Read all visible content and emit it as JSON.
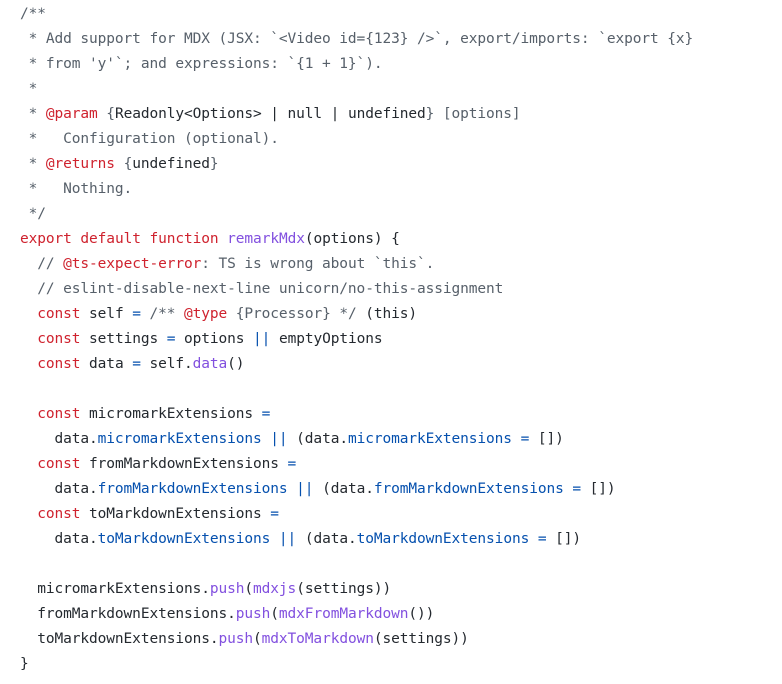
{
  "code": {
    "language": "javascript",
    "lines": [
      [
        {
          "t": "/**",
          "k": "comment"
        }
      ],
      [
        {
          "t": " * Add support for MDX (JSX: `<Video id={123} />`, export/imports: `export {x}",
          "k": "comment"
        }
      ],
      [
        {
          "t": " * from 'y'`; and expressions: `{1 + 1}`).",
          "k": "comment"
        }
      ],
      [
        {
          "t": " *",
          "k": "comment"
        }
      ],
      [
        {
          "t": " * ",
          "k": "comment"
        },
        {
          "t": "@param",
          "k": "tag"
        },
        {
          "t": " {",
          "k": "comment"
        },
        {
          "t": "Readonly<Options> | null | undefined",
          "k": "plain"
        },
        {
          "t": "} [options]",
          "k": "comment"
        }
      ],
      [
        {
          "t": " *   Configuration (optional).",
          "k": "comment"
        }
      ],
      [
        {
          "t": " * ",
          "k": "comment"
        },
        {
          "t": "@returns",
          "k": "tag"
        },
        {
          "t": " {",
          "k": "comment"
        },
        {
          "t": "undefined",
          "k": "plain"
        },
        {
          "t": "}",
          "k": "comment"
        }
      ],
      [
        {
          "t": " *   Nothing.",
          "k": "comment"
        }
      ],
      [
        {
          "t": " */",
          "k": "comment"
        }
      ],
      [
        {
          "t": "export",
          "k": "keyword"
        },
        {
          "t": " ",
          "k": "plain"
        },
        {
          "t": "default",
          "k": "keyword"
        },
        {
          "t": " ",
          "k": "plain"
        },
        {
          "t": "function",
          "k": "keyword"
        },
        {
          "t": " ",
          "k": "plain"
        },
        {
          "t": "remarkMdx",
          "k": "func"
        },
        {
          "t": "(options) {",
          "k": "plain"
        }
      ],
      [
        {
          "t": "  // ",
          "k": "comment"
        },
        {
          "t": "@ts-expect-error",
          "k": "tag"
        },
        {
          "t": ": TS is wrong about `this`.",
          "k": "comment"
        }
      ],
      [
        {
          "t": "  // eslint-disable-next-line unicorn/no-this-assignment",
          "k": "comment"
        }
      ],
      [
        {
          "t": "  ",
          "k": "plain"
        },
        {
          "t": "const",
          "k": "keyword"
        },
        {
          "t": " self ",
          "k": "plain"
        },
        {
          "t": "=",
          "k": "op"
        },
        {
          "t": " /** ",
          "k": "comment"
        },
        {
          "t": "@type",
          "k": "tag"
        },
        {
          "t": " {Processor} */",
          "k": "comment"
        },
        {
          "t": " (this)",
          "k": "plain"
        }
      ],
      [
        {
          "t": "  ",
          "k": "plain"
        },
        {
          "t": "const",
          "k": "keyword"
        },
        {
          "t": " settings ",
          "k": "plain"
        },
        {
          "t": "=",
          "k": "op"
        },
        {
          "t": " options ",
          "k": "plain"
        },
        {
          "t": "||",
          "k": "op"
        },
        {
          "t": " emptyOptions",
          "k": "plain"
        }
      ],
      [
        {
          "t": "  ",
          "k": "plain"
        },
        {
          "t": "const",
          "k": "keyword"
        },
        {
          "t": " data ",
          "k": "plain"
        },
        {
          "t": "=",
          "k": "op"
        },
        {
          "t": " self.",
          "k": "plain"
        },
        {
          "t": "data",
          "k": "func"
        },
        {
          "t": "()",
          "k": "plain"
        }
      ],
      [],
      [
        {
          "t": "  ",
          "k": "plain"
        },
        {
          "t": "const",
          "k": "keyword"
        },
        {
          "t": " micromarkExtensions ",
          "k": "plain"
        },
        {
          "t": "=",
          "k": "op"
        }
      ],
      [
        {
          "t": "    data.",
          "k": "plain"
        },
        {
          "t": "micromarkExtensions",
          "k": "prop"
        },
        {
          "t": " ",
          "k": "plain"
        },
        {
          "t": "||",
          "k": "op"
        },
        {
          "t": " (data.",
          "k": "plain"
        },
        {
          "t": "micromarkExtensions",
          "k": "prop"
        },
        {
          "t": " ",
          "k": "plain"
        },
        {
          "t": "=",
          "k": "op"
        },
        {
          "t": " [])",
          "k": "plain"
        }
      ],
      [
        {
          "t": "  ",
          "k": "plain"
        },
        {
          "t": "const",
          "k": "keyword"
        },
        {
          "t": " fromMarkdownExtensions ",
          "k": "plain"
        },
        {
          "t": "=",
          "k": "op"
        }
      ],
      [
        {
          "t": "    data.",
          "k": "plain"
        },
        {
          "t": "fromMarkdownExtensions",
          "k": "prop"
        },
        {
          "t": " ",
          "k": "plain"
        },
        {
          "t": "||",
          "k": "op"
        },
        {
          "t": " (data.",
          "k": "plain"
        },
        {
          "t": "fromMarkdownExtensions",
          "k": "prop"
        },
        {
          "t": " ",
          "k": "plain"
        },
        {
          "t": "=",
          "k": "op"
        },
        {
          "t": " [])",
          "k": "plain"
        }
      ],
      [
        {
          "t": "  ",
          "k": "plain"
        },
        {
          "t": "const",
          "k": "keyword"
        },
        {
          "t": " toMarkdownExtensions ",
          "k": "plain"
        },
        {
          "t": "=",
          "k": "op"
        }
      ],
      [
        {
          "t": "    data.",
          "k": "plain"
        },
        {
          "t": "toMarkdownExtensions",
          "k": "prop"
        },
        {
          "t": " ",
          "k": "plain"
        },
        {
          "t": "||",
          "k": "op"
        },
        {
          "t": " (data.",
          "k": "plain"
        },
        {
          "t": "toMarkdownExtensions",
          "k": "prop"
        },
        {
          "t": " ",
          "k": "plain"
        },
        {
          "t": "=",
          "k": "op"
        },
        {
          "t": " [])",
          "k": "plain"
        }
      ],
      [],
      [
        {
          "t": "  micromarkExtensions.",
          "k": "plain"
        },
        {
          "t": "push",
          "k": "func"
        },
        {
          "t": "(",
          "k": "plain"
        },
        {
          "t": "mdxjs",
          "k": "func"
        },
        {
          "t": "(settings))",
          "k": "plain"
        }
      ],
      [
        {
          "t": "  fromMarkdownExtensions.",
          "k": "plain"
        },
        {
          "t": "push",
          "k": "func"
        },
        {
          "t": "(",
          "k": "plain"
        },
        {
          "t": "mdxFromMarkdown",
          "k": "func"
        },
        {
          "t": "())",
          "k": "plain"
        }
      ],
      [
        {
          "t": "  toMarkdownExtensions.",
          "k": "plain"
        },
        {
          "t": "push",
          "k": "func"
        },
        {
          "t": "(",
          "k": "plain"
        },
        {
          "t": "mdxToMarkdown",
          "k": "func"
        },
        {
          "t": "(settings))",
          "k": "plain"
        }
      ],
      [
        {
          "t": "}",
          "k": "plain"
        }
      ]
    ]
  },
  "colors": {
    "background": "#ffffff",
    "comment": "#57606a",
    "tag": "#cf222e",
    "keyword": "#cf222e",
    "function": "#8250df",
    "property": "#0550ae",
    "operator": "#0550ae",
    "text": "#24292f"
  }
}
